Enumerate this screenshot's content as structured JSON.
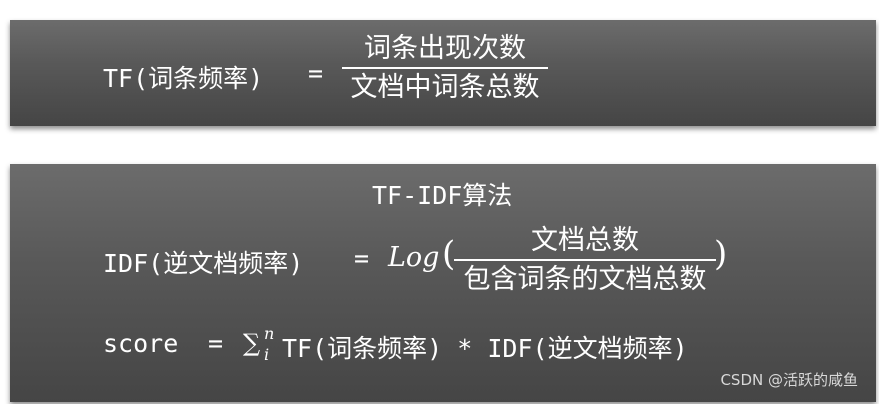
{
  "tf": {
    "lhs": "TF(词条频率)",
    "equals": "=",
    "numerator": "词条出现次数",
    "denominator": "文档中词条总数"
  },
  "tfidf": {
    "title": "TF-IDF算法",
    "idf_lhs": "IDF(逆文档频率)",
    "equals": "=",
    "log": "Log",
    "open_paren": "(",
    "close_paren": ")",
    "idf_numerator": "文档总数",
    "idf_denominator": "包含词条的文档总数",
    "score_lhs": "score",
    "score_equals": "=",
    "sum_symbol": "∑",
    "sum_sup": "n",
    "sum_sub": "i",
    "score_rhs": "TF(词条频率) * IDF(逆文档频率)"
  },
  "watermark": "CSDN @活跃的咸鱼"
}
